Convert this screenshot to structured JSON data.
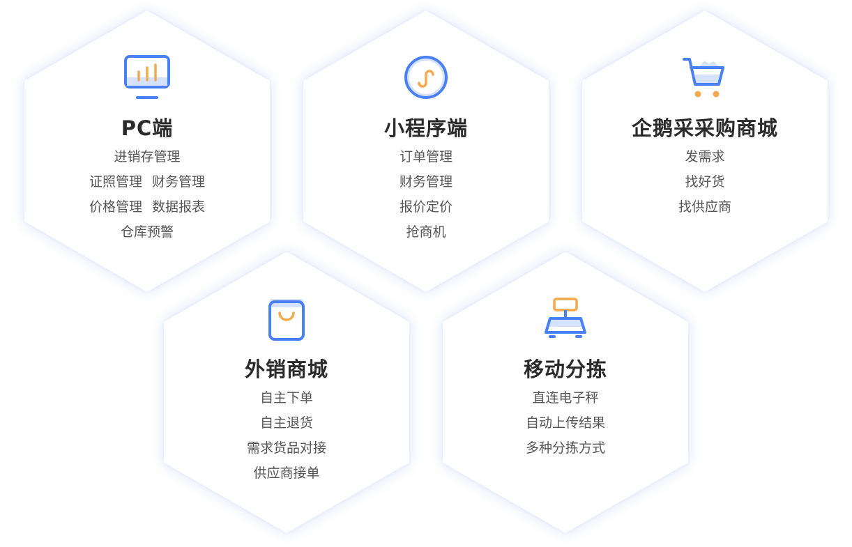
{
  "colors": {
    "accent_blue": "#4a80f5",
    "accent_orange": "#f5a94c",
    "light_blue": "#d5e2fd"
  },
  "cards": [
    {
      "icon": "monitor-chart-icon",
      "title": "PC端",
      "lines": [
        [
          "进销存管理"
        ],
        [
          "证照管理",
          "财务管理"
        ],
        [
          "价格管理",
          "数据报表"
        ],
        [
          "仓库预警"
        ]
      ]
    },
    {
      "icon": "mini-program-icon",
      "title": "小程序端",
      "lines": [
        [
          "订单管理"
        ],
        [
          "财务管理"
        ],
        [
          "报价定价"
        ],
        [
          "抢商机"
        ]
      ]
    },
    {
      "icon": "shopping-cart-icon",
      "title": "企鹅采采购商城",
      "lines": [
        [
          "发需求"
        ],
        [
          "找好货"
        ],
        [
          "找供应商"
        ]
      ]
    },
    {
      "icon": "shopping-bag-icon",
      "title": "外销商城",
      "lines": [
        [
          "自主下单"
        ],
        [
          "自主退货"
        ],
        [
          "需求货品对接"
        ],
        [
          "供应商接单"
        ]
      ]
    },
    {
      "icon": "scale-icon",
      "title": "移动分拣",
      "lines": [
        [
          "直连电子秤"
        ],
        [
          "自动上传结果"
        ],
        [
          "多种分拣方式"
        ]
      ]
    }
  ]
}
